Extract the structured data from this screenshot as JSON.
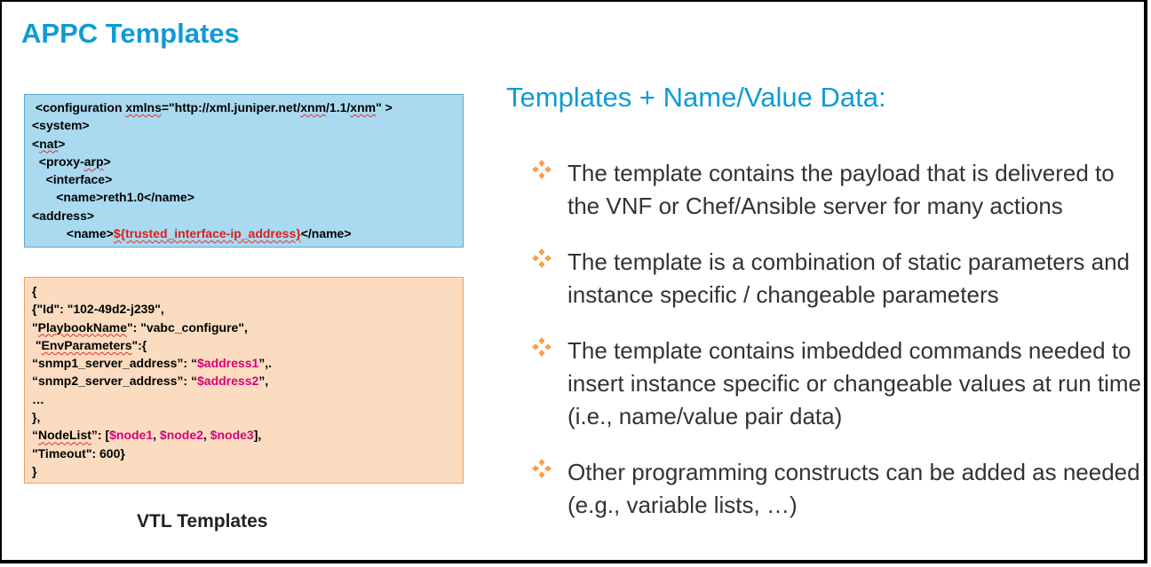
{
  "title": "APPC Templates",
  "xml_box": {
    "lines": [
      [
        {
          "t": " <configuration "
        },
        {
          "t": "xmlns",
          "s": "squig"
        },
        {
          "t": "=\"http://xml.juniper.net/"
        },
        {
          "t": "xnm",
          "s": "squig"
        },
        {
          "t": "/1.1/"
        },
        {
          "t": "xnm",
          "s": "squig"
        },
        {
          "t": "\" >"
        }
      ],
      [
        {
          "t": "<system>"
        }
      ],
      [
        {
          "t": "<"
        },
        {
          "t": "nat",
          "s": "squig"
        },
        {
          "t": ">"
        }
      ],
      [
        {
          "t": "  <proxy-"
        },
        {
          "t": "arp",
          "s": "squig"
        },
        {
          "t": ">"
        }
      ],
      [
        {
          "t": "    <interface>"
        }
      ],
      [
        {
          "t": "       <name>reth1.0</name>"
        }
      ],
      [
        {
          "t": "<address>"
        }
      ],
      [
        {
          "t": "          <name>"
        },
        {
          "t": "${trusted_interface-ip_address}",
          "s": "red squig"
        },
        {
          "t": "</name>"
        }
      ]
    ]
  },
  "json_box": {
    "lines": [
      [
        {
          "t": "{"
        }
      ],
      [
        {
          "t": "{\"Id\": \"102-49d2-j239\","
        }
      ],
      [
        {
          "t": "\""
        },
        {
          "t": "PlaybookName",
          "s": "squig"
        },
        {
          "t": "\": \"vabc_configure\","
        }
      ],
      [
        {
          "t": " \""
        },
        {
          "t": "EnvParameters",
          "s": "squig"
        },
        {
          "t": "\":{"
        }
      ],
      [
        {
          "t": "“snmp1_server_address”: “"
        },
        {
          "t": "$address1",
          "s": "magenta"
        },
        {
          "t": "”,."
        }
      ],
      [
        {
          "t": "“snmp2_server_address”: “"
        },
        {
          "t": "$address2",
          "s": "magenta"
        },
        {
          "t": "”,"
        }
      ],
      [
        {
          "t": "…"
        }
      ],
      [
        {
          "t": "},"
        }
      ],
      [
        {
          "t": "“"
        },
        {
          "t": "NodeList",
          "s": "squig"
        },
        {
          "t": "”: ["
        },
        {
          "t": "$node1",
          "s": "magenta"
        },
        {
          "t": ", "
        },
        {
          "t": "$node2",
          "s": "magenta"
        },
        {
          "t": ", "
        },
        {
          "t": "$node3",
          "s": "magenta"
        },
        {
          "t": "],"
        }
      ],
      [
        {
          "t": "\"Timeout\": 600}"
        }
      ],
      [
        {
          "t": "}"
        }
      ]
    ]
  },
  "caption": "VTL Templates",
  "heading": "Templates + Name/Value Data:",
  "bullets": [
    "The template contains the payload that is delivered to the VNF or Chef/Ansible server for many actions",
    "The template is a combination of static parameters and instance specific / changeable parameters",
    "The template contains imbedded commands needed to insert instance specific or changeable values at run time (i.e., name/value pair data)",
    "Other programming constructs can be added as needed (e.g., variable lists, …)"
  ],
  "colors": {
    "accent_blue": "#0e9bd6",
    "bullet_orange": "#f5a04a",
    "xml_box_fill": "#a9daf0",
    "json_box_fill": "#fbdcc0",
    "highlight_red": "#e01b1b",
    "highlight_magenta": "#d6007a"
  },
  "bullet_icon": "diamond-cluster-icon"
}
